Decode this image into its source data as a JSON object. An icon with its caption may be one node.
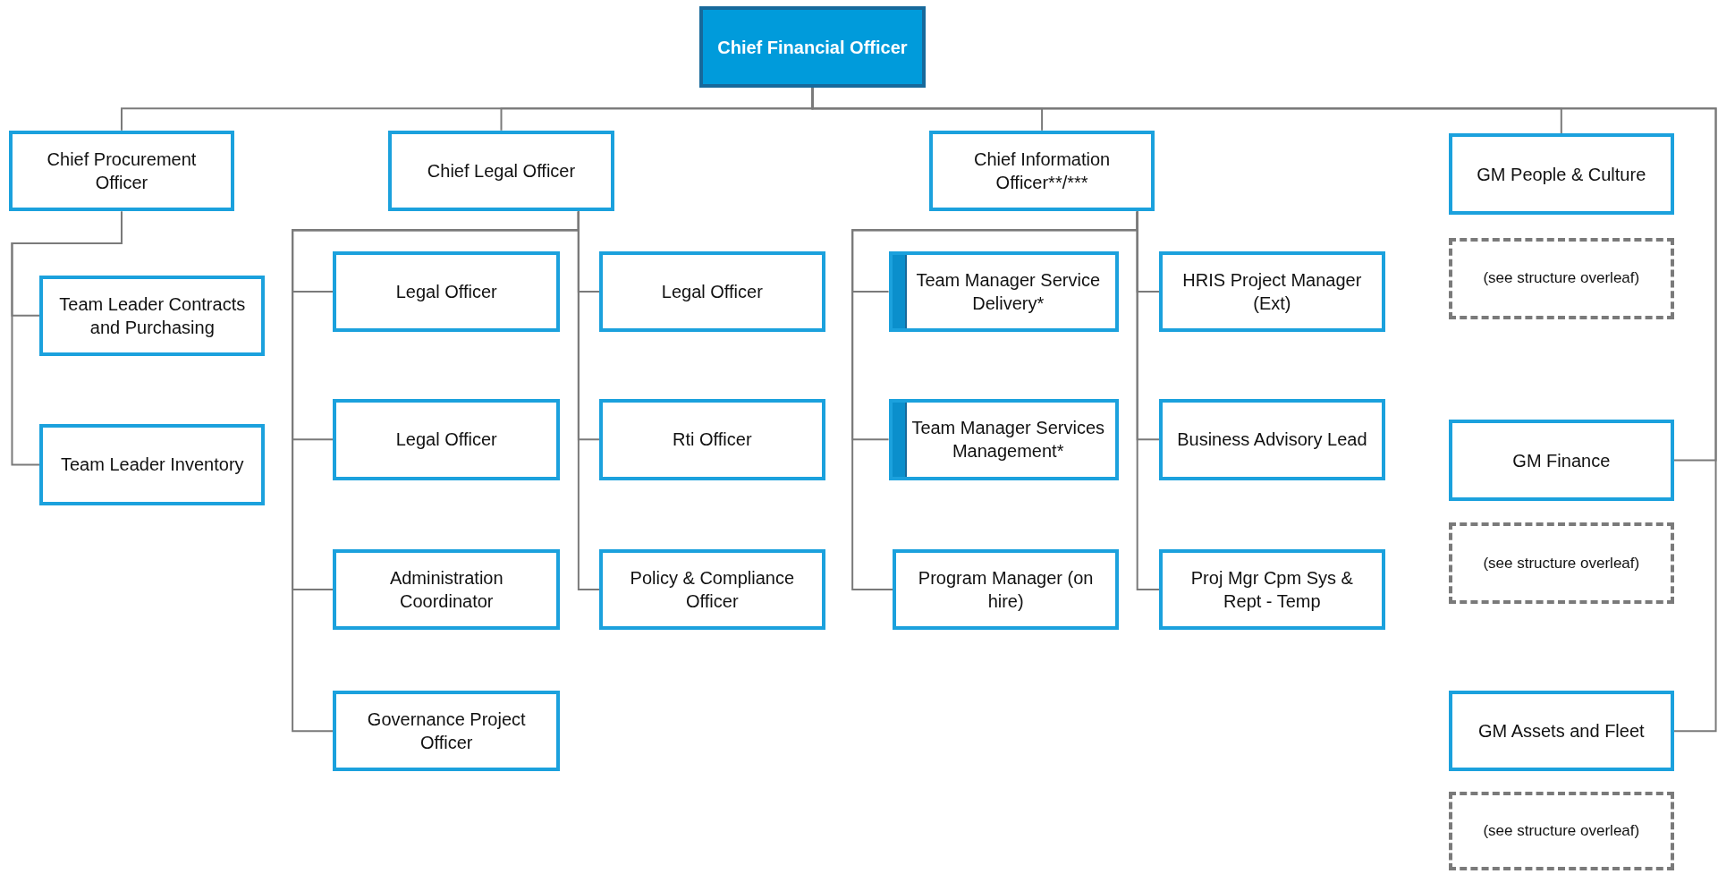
{
  "diagram": {
    "nodes": [
      {
        "text": [
          "Chief Financial Officer"
        ]
      },
      {
        "text": [
          "Chief Procurement Officer"
        ]
      },
      {
        "text": [
          "Chief Legal Officer"
        ]
      },
      {
        "text": [
          "Chief Information Officer**/***"
        ]
      },
      {
        "text": [
          "GM People & Culture"
        ]
      },
      {
        "text": [
          "(see structure overleaf)"
        ]
      },
      {
        "text": [
          "Team Leader Contracts and Purchasing"
        ]
      },
      {
        "text": [
          "Team Leader Inventory"
        ]
      },
      {
        "text": [
          "Legal Officer"
        ]
      },
      {
        "text": [
          "Legal Officer"
        ]
      },
      {
        "text": [
          "Legal Officer"
        ]
      },
      {
        "text": [
          "Rti Officer"
        ]
      },
      {
        "text": [
          "Administration Coordinator"
        ]
      },
      {
        "text": [
          "Policy & Compliance Officer"
        ]
      },
      {
        "text": [
          "Governance Project Officer"
        ]
      },
      {
        "text": [
          "Team Manager Service Delivery*"
        ]
      },
      {
        "text": [
          "HRIS Project Manager (Ext)"
        ]
      },
      {
        "text": [
          "Team Manager Services Management*"
        ]
      },
      {
        "text": [
          "Business Advisory Lead"
        ]
      },
      {
        "text": [
          "Program Manager (on hire)"
        ]
      },
      {
        "text": [
          "Proj Mgr Cpm Sys & Rept - Temp"
        ]
      },
      {
        "text": [
          "GM Finance"
        ]
      },
      {
        "text": [
          "(see structure overleaf)"
        ]
      },
      {
        "text": [
          "GM Assets and Fleet"
        ]
      },
      {
        "text": [
          "(see structure overleaf)"
        ]
      }
    ],
    "edges": [
      {
        "from": 0,
        "to": 1,
        "arrow": "none"
      },
      {
        "from": 0,
        "to": 2,
        "arrow": "none"
      },
      {
        "from": 0,
        "to": 3,
        "arrow": "none"
      },
      {
        "from": 0,
        "to": 4,
        "arrow": "none"
      },
      {
        "from": 0,
        "to": 21,
        "arrow": "none"
      },
      {
        "from": 0,
        "to": 23,
        "arrow": "none"
      },
      {
        "from": 1,
        "to": 6,
        "arrow": "none"
      },
      {
        "from": 1,
        "to": 7,
        "arrow": "none"
      },
      {
        "from": 2,
        "to": 8,
        "arrow": "none"
      },
      {
        "from": 2,
        "to": 10,
        "arrow": "none"
      },
      {
        "from": 2,
        "to": 12,
        "arrow": "none"
      },
      {
        "from": 2,
        "to": 14,
        "arrow": "none"
      },
      {
        "from": 2,
        "to": 9,
        "arrow": "none"
      },
      {
        "from": 2,
        "to": 11,
        "arrow": "none"
      },
      {
        "from": 2,
        "to": 13,
        "arrow": "none"
      },
      {
        "from": 3,
        "to": 15,
        "arrow": "none"
      },
      {
        "from": 3,
        "to": 17,
        "arrow": "none"
      },
      {
        "from": 3,
        "to": 19,
        "arrow": "none"
      },
      {
        "from": 3,
        "to": 16,
        "arrow": "none"
      },
      {
        "from": 3,
        "to": 18,
        "arrow": "none"
      },
      {
        "from": 3,
        "to": 20,
        "arrow": "none"
      }
    ]
  }
}
